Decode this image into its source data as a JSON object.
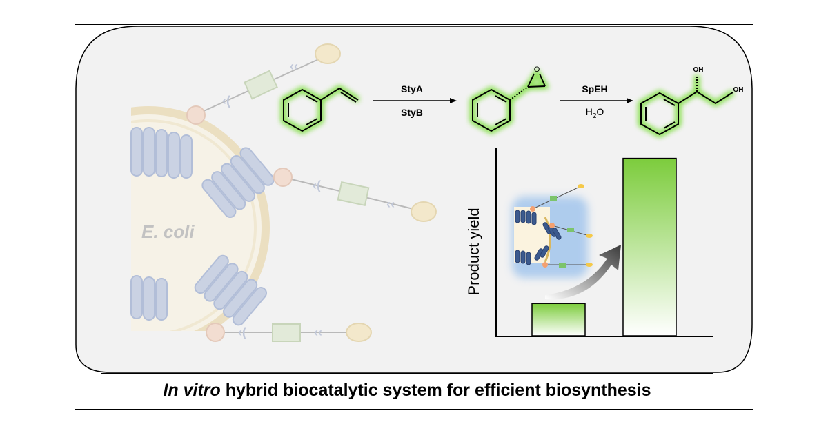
{
  "organism_label": "E. coli",
  "reaction": {
    "step1_top": "StyA",
    "step1_bottom": "StyB",
    "step2_top": "SpEH",
    "step2_bottom_main": "H",
    "step2_bottom_sub": "2",
    "step2_bottom_end": "O",
    "epoxide_atom": "O",
    "diol_oh1": "OH",
    "diol_oh2": "OH"
  },
  "chart_data": {
    "type": "bar",
    "categories": [
      "",
      ""
    ],
    "values": [
      12,
      66
    ],
    "ylabel": "Product  yield",
    "xlabel": "",
    "ylim": [
      0,
      70
    ],
    "bar_color": "#7ccc3c"
  },
  "caption": {
    "italic": "In vitro",
    "rest": " hybrid biocatalytic system for efficient biosynthesis"
  },
  "colors": {
    "background_panel": "#f2f2f2",
    "glow": "#9fe07a",
    "membrane": "#e8d7a8",
    "protein": "#b6c3dc",
    "linker_box": "#d6e4c6",
    "ellipse": "#f4e3b4",
    "circle": "#f1d2c2"
  }
}
